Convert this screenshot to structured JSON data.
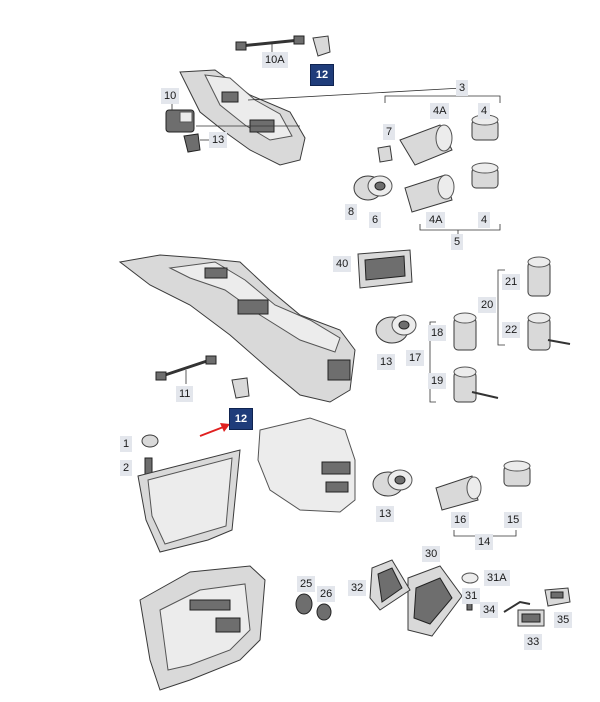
{
  "labels": {
    "p10A": "10A",
    "p12a": "12",
    "p10": "10",
    "p13a": "13",
    "p3": "3",
    "p4Aa": "4A",
    "p4a": "4",
    "p7": "7",
    "p8": "8",
    "p6": "6",
    "p4Ab": "4A",
    "p4b": "4",
    "p5": "5",
    "p40": "40",
    "p21": "21",
    "p20": "20",
    "p22": "22",
    "p13b": "13",
    "p18": "18",
    "p17": "17",
    "p19": "19",
    "p11": "11",
    "p12b": "12",
    "p1": "1",
    "p2": "2",
    "p13c": "13",
    "p16": "16",
    "p15": "15",
    "p14": "14",
    "p30": "30",
    "p32": "32",
    "p31A": "31A",
    "p31": "31",
    "p34": "34",
    "p33": "33",
    "p35": "35",
    "p25": "25",
    "p26": "26"
  },
  "colors": {
    "highlight_box": "#1f3c7a",
    "label_box": "#e3e6ec",
    "pointer_arrow": "#e02020"
  }
}
